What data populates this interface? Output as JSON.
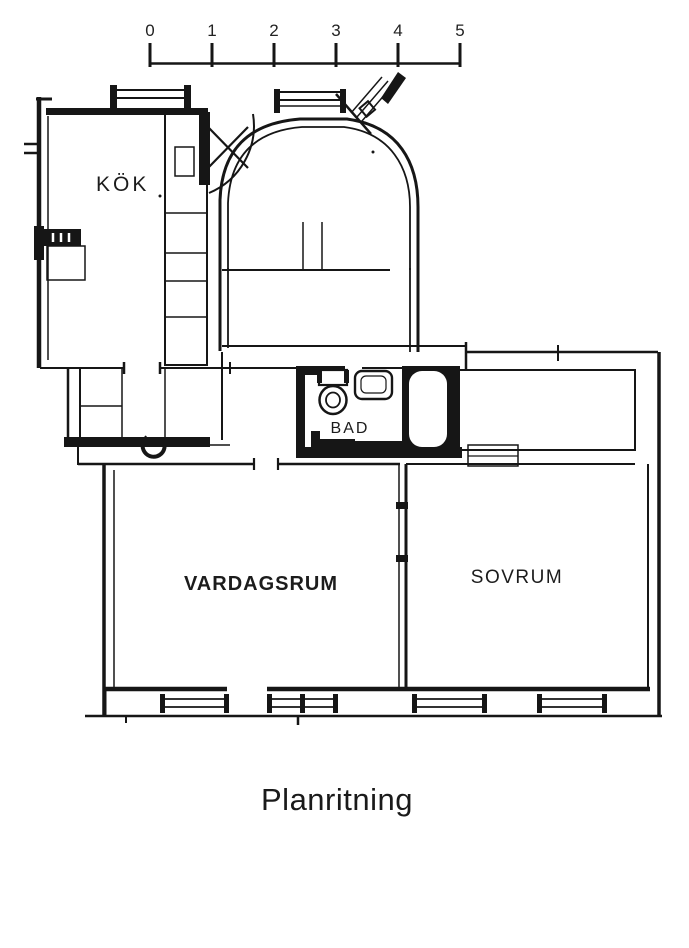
{
  "title": "Planritning",
  "scale_bar": {
    "unit_labels": [
      "0",
      "1",
      "2",
      "3",
      "4",
      "5"
    ]
  },
  "rooms": {
    "kitchen": {
      "label": "KÖK"
    },
    "bathroom": {
      "label": "BAD"
    },
    "living_room": {
      "label": "VARDAGSRUM"
    },
    "bedroom": {
      "label": "SOVRUM"
    }
  },
  "colors": {
    "ink": "#161616",
    "paper": "#ffffff",
    "title_text": "#1a1a1a"
  }
}
